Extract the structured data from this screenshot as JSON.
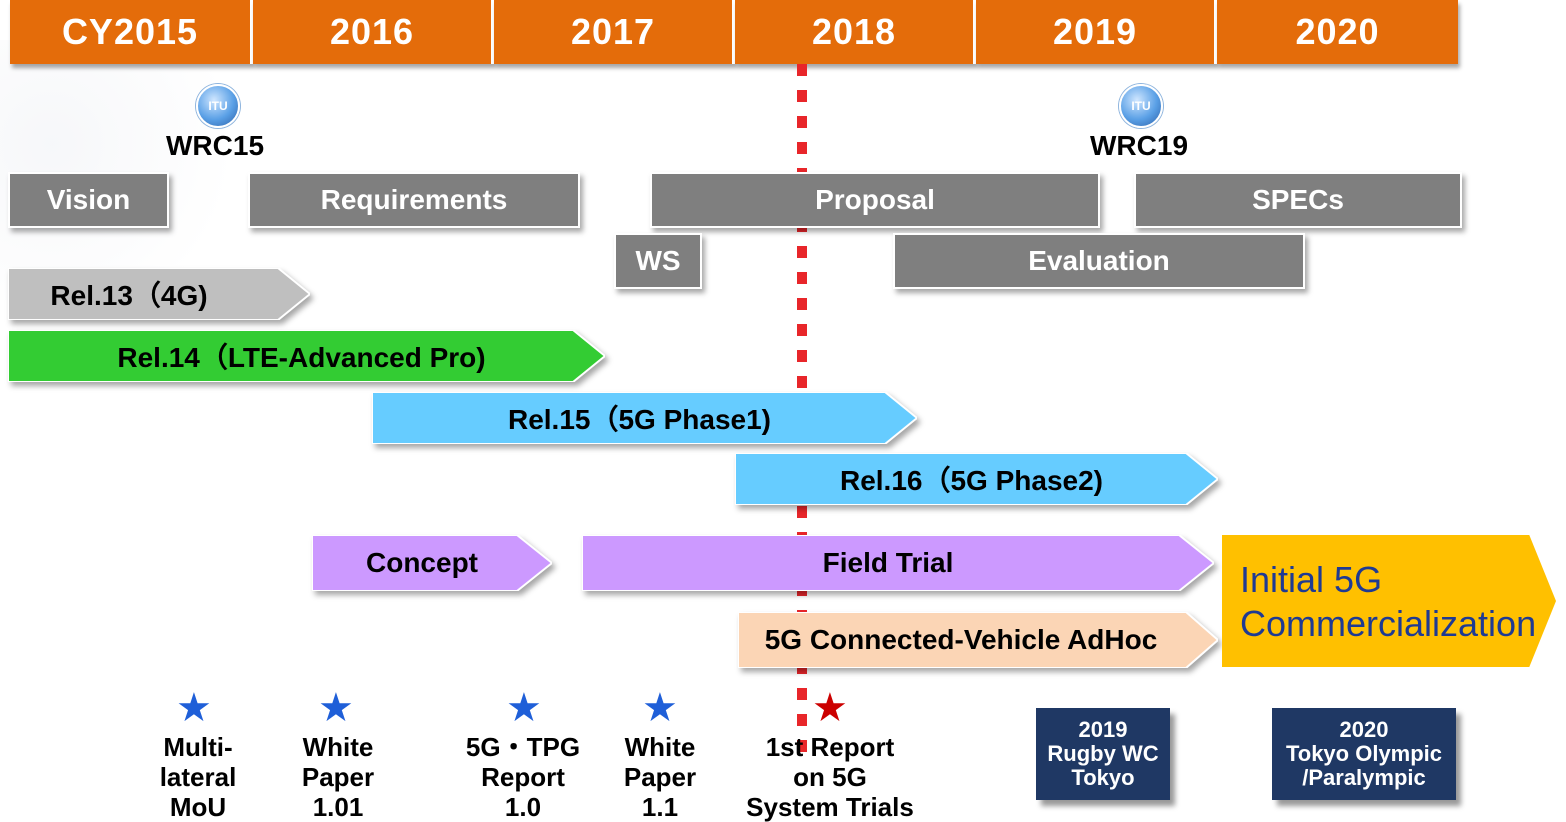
{
  "years": [
    "CY2015",
    "2016",
    "2017",
    "2018",
    "2019",
    "2020"
  ],
  "itu": {
    "logo_text": "ITU",
    "wrc15": "WRC15",
    "wrc19": "WRC19"
  },
  "phases": {
    "vision": "Vision",
    "requirements": "Requirements",
    "proposal": "Proposal",
    "specs": "SPECs",
    "ws": "WS",
    "evaluation": "Evaluation"
  },
  "releases": {
    "rel13": "Rel.13（4G)",
    "rel14": "Rel.14（LTE-Advanced Pro)",
    "rel15": "Rel.15（5G Phase1)",
    "rel16": "Rel.16（5G Phase2)"
  },
  "trials": {
    "concept": "Concept",
    "field_trial": "Field Trial",
    "connected_vehicle": "5G Connected-Vehicle AdHoc"
  },
  "commercial": {
    "line1": "Initial 5G",
    "line2": "Commercialization"
  },
  "milestones": [
    {
      "lines": [
        "Multi-",
        "lateral",
        "MoU"
      ],
      "star": "★"
    },
    {
      "lines": [
        "White",
        "Paper",
        "1.01"
      ],
      "star": "★"
    },
    {
      "lines": [
        "5G・TPG",
        "Report",
        "1.0"
      ],
      "star": "★"
    },
    {
      "lines": [
        "White",
        "Paper",
        "1.1"
      ],
      "star": "★"
    },
    {
      "lines": [
        "1st Report",
        "on 5G",
        "System Trials"
      ],
      "star": "★"
    }
  ],
  "events": [
    {
      "lines": [
        "2019",
        "Rugby WC",
        "Tokyo"
      ]
    },
    {
      "lines": [
        "2020",
        "Tokyo Olympic",
        "/Paralympic"
      ]
    }
  ],
  "colors": {
    "year_bar": "#e46c0a",
    "phase_gray": "#7f7f7f",
    "rel13": "#bfbfbf",
    "rel14": "#33cc33",
    "rel15_16": "#66ccff",
    "trial_purple": "#cc99ff",
    "vehicle_peach": "#fbd5b5",
    "commercial_yellow": "#ffc000",
    "commercial_text": "#1f3a93",
    "event_navy": "#1f3864",
    "star_blue": "#1f5fd8",
    "star_red": "#cc0000",
    "today_line": "#e8262a"
  }
}
